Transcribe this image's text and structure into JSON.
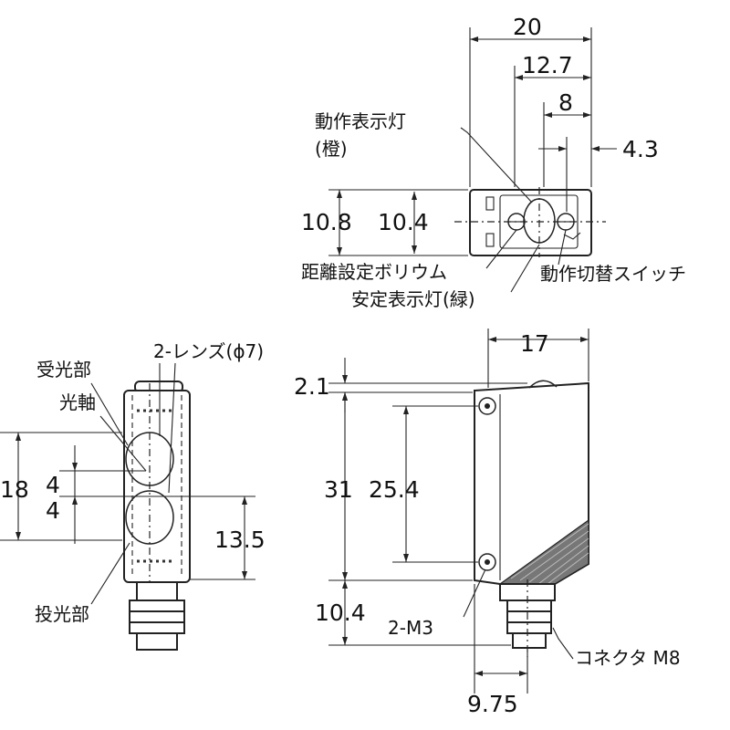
{
  "top_view": {
    "dims": {
      "width_total": "20",
      "width_12_7": "12.7",
      "width_8": "8",
      "width_4_3": "4.3",
      "height_10_8": "10.8",
      "height_10_4": "10.4"
    },
    "labels": {
      "operation_indicator": "動作表示灯",
      "operation_indicator_color": "(橙)",
      "distance_volume": "距離設定ボリウム",
      "stability_indicator": "安定表示灯(緑)",
      "mode_switch": "動作切替スイッチ"
    }
  },
  "front_view": {
    "dims": {
      "height_18": "18",
      "gap_4_upper": "4",
      "gap_4_lower": "4",
      "height_13_5": "13.5"
    },
    "labels": {
      "lens": "2-レンズ(ϕ7)",
      "receiver": "受光部",
      "optical_axis": "光軸",
      "emitter": "投光部"
    }
  },
  "side_view": {
    "dims": {
      "width_17": "17",
      "height_2_1": "2.1",
      "height_31": "31",
      "height_25_4": "25.4",
      "height_10_4": "10.4",
      "width_9_75": "9.75"
    },
    "labels": {
      "mount_holes": "2-M3",
      "connector": "コネクタ M8"
    }
  }
}
